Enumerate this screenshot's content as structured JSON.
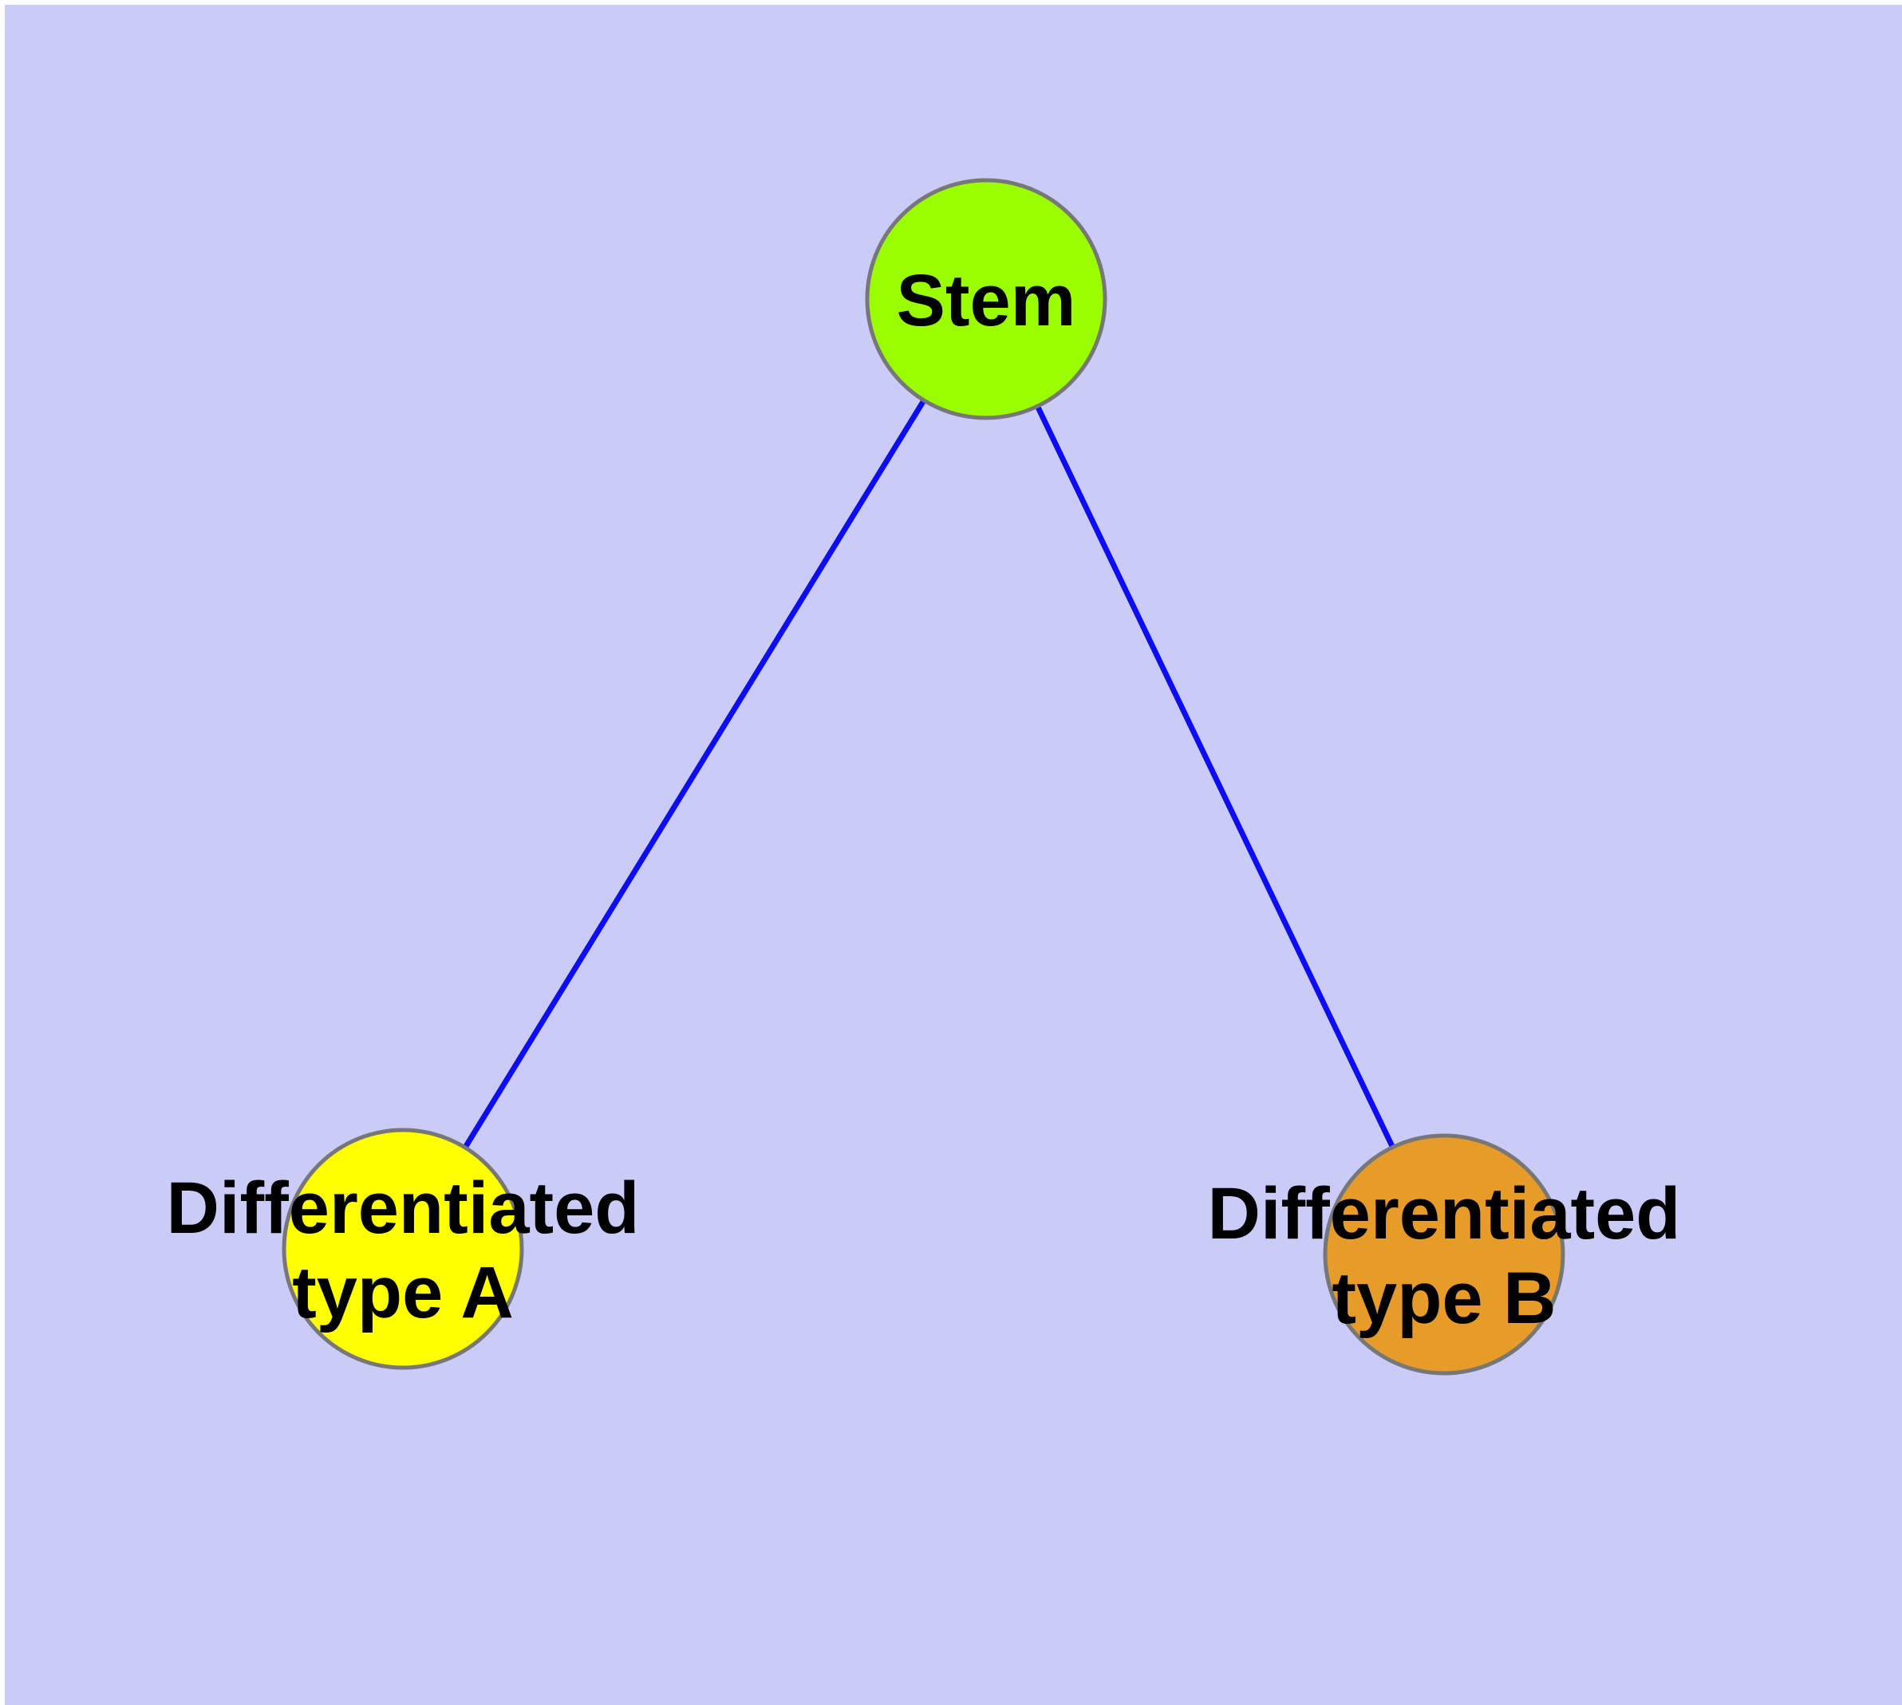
{
  "canvas": {
    "margin_color": "#ffffff",
    "background_color": "#cbcbf8"
  },
  "edges": {
    "color": "#0d0df5",
    "items": [
      {
        "from": "stem",
        "to": "differentiated-type-a"
      },
      {
        "from": "stem",
        "to": "differentiated-type-b"
      }
    ]
  },
  "nodes": {
    "stem": {
      "label": "Stem",
      "fill": "#9afe00",
      "stroke": "#777777"
    },
    "typeA": {
      "label": "Differentiated type A",
      "line1": "Differentiated",
      "line2": "type A",
      "fill": "#ffff00",
      "stroke": "#777777"
    },
    "typeB": {
      "label": "Differentiated type B",
      "line1": "Differentiated",
      "line2": "type B",
      "fill": "#e79b28",
      "stroke": "#777777"
    }
  }
}
